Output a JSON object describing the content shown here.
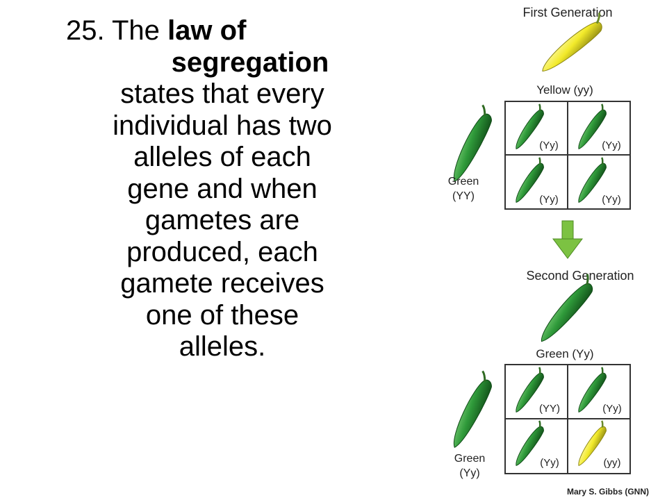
{
  "slide": {
    "number": "25.",
    "text_parts": {
      "intro": "The",
      "bold": "law of segregation",
      "bold_line1": "law of",
      "bold_line2": "segregation",
      "lines": [
        "states that every",
        "individual has two",
        "alleles of each",
        "gene and when",
        "gametes are",
        "produced, each",
        "gamete receives",
        "one of these",
        "alleles."
      ]
    }
  },
  "diagram": {
    "first_generation": {
      "title": "First Generation",
      "top_parent": "Yellow (yy)",
      "left_parent_line1": "Green",
      "left_parent_line2": "(YY)",
      "cells": [
        "(Yy)",
        "(Yy)",
        "(Yy)",
        "(Yy)"
      ],
      "cell_colors": [
        "green",
        "green",
        "green",
        "green"
      ]
    },
    "second_generation": {
      "title": "Second Generation",
      "top_parent": "Green (Yy)",
      "left_parent_line1": "Green",
      "left_parent_line2": "(Yy)",
      "cells": [
        "(YY)",
        "(Yy)",
        "(Yy)",
        "(yy)"
      ],
      "cell_colors": [
        "green",
        "green",
        "green",
        "yellow"
      ]
    },
    "credit": "Mary S. Gibbs (GNN)",
    "colors": {
      "pod_green": "#2f9a3a",
      "pod_green_dark": "#0f4a16",
      "pod_yellow": "#f2ea2a",
      "pod_yellow_dark": "#8a8410",
      "arrow_green": "#7cc242",
      "grid": "#333333"
    }
  }
}
